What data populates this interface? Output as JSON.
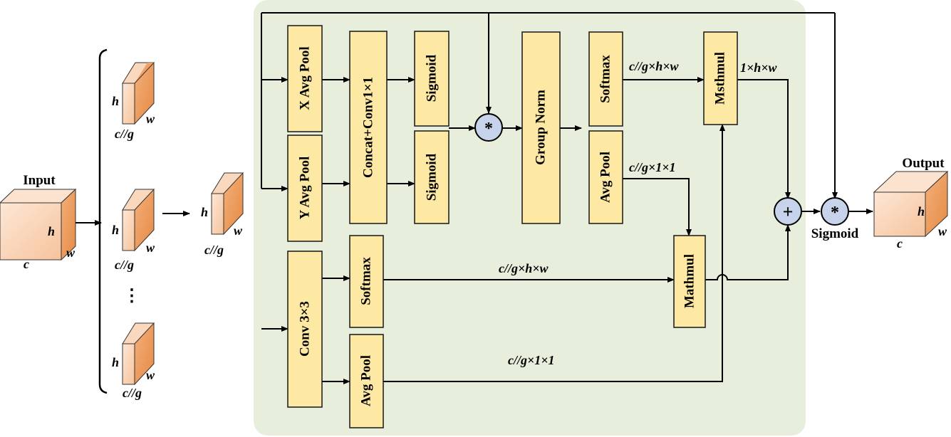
{
  "input": {
    "title": "Input",
    "h": "h",
    "w": "w",
    "c": "c"
  },
  "groups": {
    "h": "h",
    "w": "w",
    "cg": "c//g",
    "ellipsis": "⋮"
  },
  "grouped": {
    "h": "h",
    "w": "w",
    "cg": "c//g"
  },
  "blocks": {
    "x_avg_pool": "X Avg Pool",
    "y_avg_pool": "Y Avg Pool",
    "concat_conv": "Concat+Conv1×1",
    "sigmoid_1": "Sigmoid",
    "sigmoid_2": "Sigmoid",
    "group_norm": "Group Norm",
    "softmax_top": "Softmax",
    "avg_pool_mid": "Avg Pool",
    "msthmul": "Msthmul",
    "conv3x3": "Conv 3×3",
    "softmax_bottom": "Softmax",
    "avg_pool_bottom": "Avg Pool",
    "mathmul": "Mathmul"
  },
  "operators": {
    "multiply": "*",
    "add": "+",
    "sigmoid_label": "Sigmoid"
  },
  "labels": {
    "top_softmax_shape": "c//g×h×w",
    "top_avgpool_shape": "c//g×1×1",
    "msthmul_out_shape": "1×h×w",
    "bottom_softmax_shape": "c//g×h×w",
    "bottom_avgpool_shape": "c//g×1×1"
  },
  "output": {
    "title": "Output",
    "h": "h",
    "w": "w",
    "c": "c"
  },
  "colors": {
    "panel": "#e8eedc",
    "block": "#fde9a3",
    "cube_front": "#fcdcc4",
    "cube_side": "#ef9d5c",
    "operator": "#c7d3ea"
  }
}
